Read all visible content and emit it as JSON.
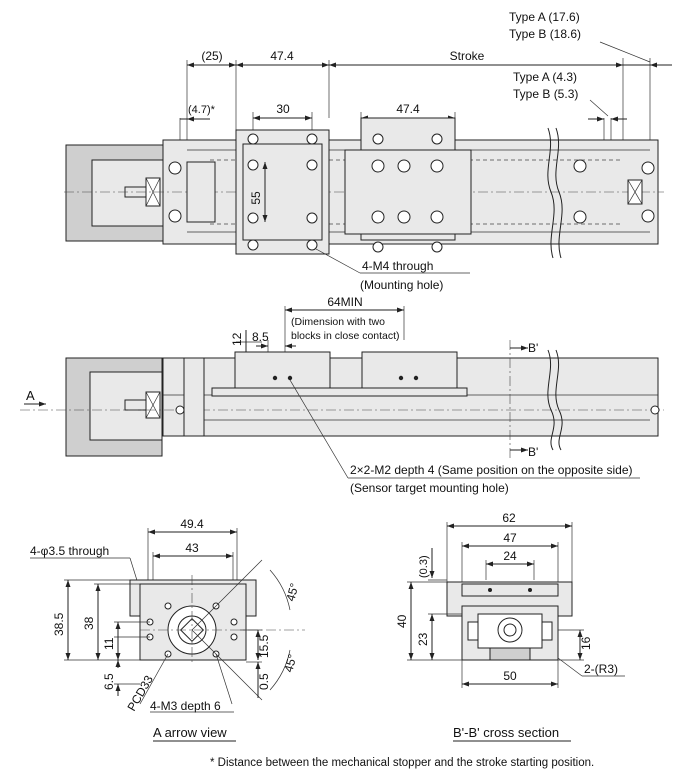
{
  "top_view": {
    "type_a_outer": "Type A (17.6)",
    "type_b_outer": "Type B (18.6)",
    "type_a_inner": "Type A (4.3)",
    "type_b_inner": "Type B (5.3)",
    "dim_25": "(25)",
    "dim_47_4_a": "47.4",
    "stroke": "Stroke",
    "dim_4_7": "(4.7)*",
    "dim_30": "30",
    "dim_47_4_b": "47.4",
    "dim_55": "55",
    "mounting_note_1": "4-M4 through",
    "mounting_note_2": "(Mounting hole)"
  },
  "side_view": {
    "dim_64min": "64MIN",
    "close_note_1": "(Dimension with two",
    "close_note_2": "blocks in close contact)",
    "dim_12": "12",
    "dim_8_5": "8.5",
    "section_b_top": "B'",
    "section_b_bottom": "B'",
    "arrow_a": "A",
    "sensor_note_1": "2×2-M2 depth 4 (Same position on the opposite side)",
    "sensor_note_2": "(Sensor target mounting hole)"
  },
  "a_view": {
    "hole_note": "4-φ3.5 through",
    "dim_49_4": "49.4",
    "dim_43": "43",
    "dim_38_5": "38.5",
    "dim_38": "38",
    "dim_11": "11",
    "dim_6_5": "6.5",
    "dim_15_5": "15.5",
    "dim_0_5": "0.5",
    "angle_1": "45°",
    "angle_2": "45°",
    "pcd": "PCD33",
    "m3_note": "4-M3 depth 6",
    "caption": "A arrow view"
  },
  "section_view": {
    "dim_62": "62",
    "dim_47": "47",
    "dim_24": "24",
    "dim_0_3": "(0.3)",
    "dim_40": "40",
    "dim_23": "23",
    "dim_16": "16",
    "dim_50": "50",
    "radius": "2-(R3)",
    "caption": "B'-B' cross section"
  },
  "footnote": "* Distance between the mechanical stopper and the stroke starting position."
}
